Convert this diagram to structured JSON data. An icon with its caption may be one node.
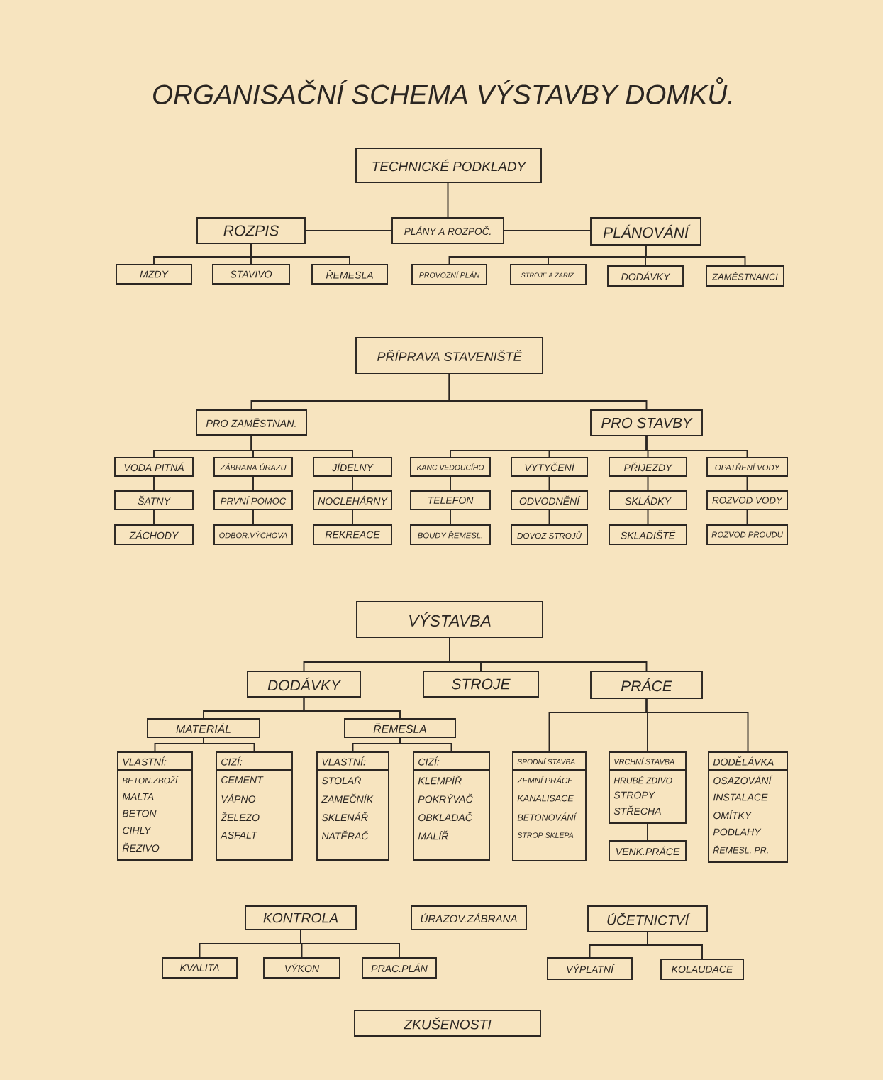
{
  "diagram": {
    "title": "ORGANISAČNÍ SCHEMA VÝSTAVBY DOMKŮ.",
    "nodes": [
      {
        "text": [
          "TECHNICKÉ PODKLADY"
        ]
      },
      {
        "text": [
          "ROZPIS"
        ]
      },
      {
        "text": [
          "PLÁNY A ROZPOČ."
        ]
      },
      {
        "text": [
          "PLÁNOVÁNÍ"
        ]
      },
      {
        "text": [
          "MZDY"
        ]
      },
      {
        "text": [
          "STAVIVO"
        ]
      },
      {
        "text": [
          "ŘEMESLA"
        ]
      },
      {
        "text": [
          "PROVOZNÍ PLÁN"
        ]
      },
      {
        "text": [
          "STROJE A ZAŘÍZ."
        ]
      },
      {
        "text": [
          "DODÁVKY"
        ]
      },
      {
        "text": [
          "ZAMĚSTNANCI"
        ]
      },
      {
        "text": [
          "PŘÍPRAVA STAVENIŠTĚ"
        ]
      },
      {
        "text": [
          "PRO ZAMĚSTNAN."
        ]
      },
      {
        "text": [
          "PRO STAVBY"
        ]
      },
      {
        "text": [
          "VODA PITNÁ"
        ]
      },
      {
        "text": [
          "ŠATNY"
        ]
      },
      {
        "text": [
          "ZÁCHODY"
        ]
      },
      {
        "text": [
          "ZÁBRANA ÚRAZU"
        ]
      },
      {
        "text": [
          "PRVNÍ POMOC"
        ]
      },
      {
        "text": [
          "ODBOR.VÝCHOVA"
        ]
      },
      {
        "text": [
          "JÍDELNY"
        ]
      },
      {
        "text": [
          "NOCLEHÁRNY"
        ]
      },
      {
        "text": [
          "REKREACE"
        ]
      },
      {
        "text": [
          "KANC.VEDOUCÍHO"
        ]
      },
      {
        "text": [
          "TELEFON"
        ]
      },
      {
        "text": [
          "BOUDY ŘEMESL."
        ]
      },
      {
        "text": [
          "VYTYČENÍ"
        ]
      },
      {
        "text": [
          "ODVODNĚNÍ"
        ]
      },
      {
        "text": [
          "DOVOZ STROJŮ"
        ]
      },
      {
        "text": [
          "PŘÍJEZDY"
        ]
      },
      {
        "text": [
          "SKLÁDKY"
        ]
      },
      {
        "text": [
          "SKLADIŠTĚ"
        ]
      },
      {
        "text": [
          "OPATŘENÍ VODY"
        ]
      },
      {
        "text": [
          "ROZVOD VODY"
        ]
      },
      {
        "text": [
          "ROZVOD PROUDU"
        ]
      },
      {
        "text": [
          "VÝSTAVBA"
        ]
      },
      {
        "text": [
          "DODÁVKY"
        ]
      },
      {
        "text": [
          "STROJE"
        ]
      },
      {
        "text": [
          "PRÁCE"
        ]
      },
      {
        "text": [
          "MATERIÁL"
        ]
      },
      {
        "text": [
          "ŘEMESLA"
        ]
      },
      {
        "text": [
          "VLASTNÍ:",
          "BETON.ZBOŽÍ",
          "MALTA",
          "BETON",
          "CIHLY",
          "ŘEZIVO"
        ]
      },
      {
        "text": [
          "CIZÍ:",
          "CEMENT",
          "VÁPNO",
          "ŽELEZO",
          "ASFALT"
        ]
      },
      {
        "text": [
          "VLASTNÍ:",
          "STOLAŘ",
          "ZAMEČNÍK",
          "SKLENÁŘ",
          "NATĚRAČ"
        ]
      },
      {
        "text": [
          "CIZÍ:",
          "KLEMPÍŘ",
          "POKRÝVAČ",
          "OBKLADAČ",
          "MALÍŘ"
        ]
      },
      {
        "text": [
          "SPODNÍ STAVBA",
          "ZEMNÍ PRÁCE",
          "KANALISACE",
          "BETONOVÁNÍ",
          "STROP SKLEPA"
        ]
      },
      {
        "text": [
          "VRCHNÍ STAVBA",
          "HRUBÉ ZDIVO",
          "STROPY",
          "STŘECHA"
        ]
      },
      {
        "text": [
          "VENK.PRÁCE"
        ]
      },
      {
        "text": [
          "DODĚLÁVKA",
          "OSAZOVÁNÍ",
          "INSTALACE",
          "OMÍTKY",
          "PODLAHY",
          "ŘEMESL. PR."
        ]
      },
      {
        "text": [
          "KONTROLA"
        ]
      },
      {
        "text": [
          "ÚRAZOV.ZÁBRANA"
        ]
      },
      {
        "text": [
          "ÚČETNICTVÍ"
        ]
      },
      {
        "text": [
          "KVALITA"
        ]
      },
      {
        "text": [
          "VÝKON"
        ]
      },
      {
        "text": [
          "PRAC.PLÁN"
        ]
      },
      {
        "text": [
          "VÝPLATNÍ"
        ]
      },
      {
        "text": [
          "KOLAUDACE"
        ]
      },
      {
        "text": [
          "ZKUŠENOSTI"
        ]
      }
    ],
    "edges": [
      {
        "from": 0,
        "to": 2,
        "arrow": "none"
      },
      {
        "from": 2,
        "to": 1,
        "arrow": "none"
      },
      {
        "from": 2,
        "to": 3,
        "arrow": "none"
      },
      {
        "from": 1,
        "to": 4,
        "arrow": "none"
      },
      {
        "from": 1,
        "to": 5,
        "arrow": "none"
      },
      {
        "from": 1,
        "to": 6,
        "arrow": "none"
      },
      {
        "from": 3,
        "to": 7,
        "arrow": "none"
      },
      {
        "from": 3,
        "to": 8,
        "arrow": "none"
      },
      {
        "from": 3,
        "to": 9,
        "arrow": "none"
      },
      {
        "from": 3,
        "to": 10,
        "arrow": "none"
      },
      {
        "from": 11,
        "to": 12,
        "arrow": "none"
      },
      {
        "from": 11,
        "to": 13,
        "arrow": "none"
      },
      {
        "from": 12,
        "to": 14,
        "arrow": "none"
      },
      {
        "from": 12,
        "to": 17,
        "arrow": "none"
      },
      {
        "from": 12,
        "to": 20,
        "arrow": "none"
      },
      {
        "from": 13,
        "to": 23,
        "arrow": "none"
      },
      {
        "from": 13,
        "to": 26,
        "arrow": "none"
      },
      {
        "from": 13,
        "to": 29,
        "arrow": "none"
      },
      {
        "from": 13,
        "to": 32,
        "arrow": "none"
      },
      {
        "from": 14,
        "to": 15,
        "arrow": "none"
      },
      {
        "from": 15,
        "to": 16,
        "arrow": "none"
      },
      {
        "from": 17,
        "to": 18,
        "arrow": "none"
      },
      {
        "from": 18,
        "to": 19,
        "arrow": "none"
      },
      {
        "from": 20,
        "to": 21,
        "arrow": "none"
      },
      {
        "from": 21,
        "to": 22,
        "arrow": "none"
      },
      {
        "from": 23,
        "to": 24,
        "arrow": "none"
      },
      {
        "from": 24,
        "to": 25,
        "arrow": "none"
      },
      {
        "from": 26,
        "to": 27,
        "arrow": "none"
      },
      {
        "from": 27,
        "to": 28,
        "arrow": "none"
      },
      {
        "from": 29,
        "to": 30,
        "arrow": "none"
      },
      {
        "from": 30,
        "to": 31,
        "arrow": "none"
      },
      {
        "from": 32,
        "to": 33,
        "arrow": "none"
      },
      {
        "from": 33,
        "to": 34,
        "arrow": "none"
      },
      {
        "from": 35,
        "to": 36,
        "arrow": "none"
      },
      {
        "from": 35,
        "to": 37,
        "arrow": "none"
      },
      {
        "from": 35,
        "to": 38,
        "arrow": "none"
      },
      {
        "from": 36,
        "to": 39,
        "arrow": "none"
      },
      {
        "from": 36,
        "to": 40,
        "arrow": "none"
      },
      {
        "from": 39,
        "to": 41,
        "arrow": "none"
      },
      {
        "from": 39,
        "to": 42,
        "arrow": "none"
      },
      {
        "from": 40,
        "to": 43,
        "arrow": "none"
      },
      {
        "from": 40,
        "to": 44,
        "arrow": "none"
      },
      {
        "from": 38,
        "to": 45,
        "arrow": "none"
      },
      {
        "from": 38,
        "to": 46,
        "arrow": "none"
      },
      {
        "from": 38,
        "to": 48,
        "arrow": "none"
      },
      {
        "from": 46,
        "to": 47,
        "arrow": "none"
      },
      {
        "from": 49,
        "to": 52,
        "arrow": "none"
      },
      {
        "from": 49,
        "to": 53,
        "arrow": "none"
      },
      {
        "from": 49,
        "to": 54,
        "arrow": "none"
      },
      {
        "from": 51,
        "to": 55,
        "arrow": "none"
      },
      {
        "from": 51,
        "to": 56,
        "arrow": "none"
      }
    ]
  }
}
